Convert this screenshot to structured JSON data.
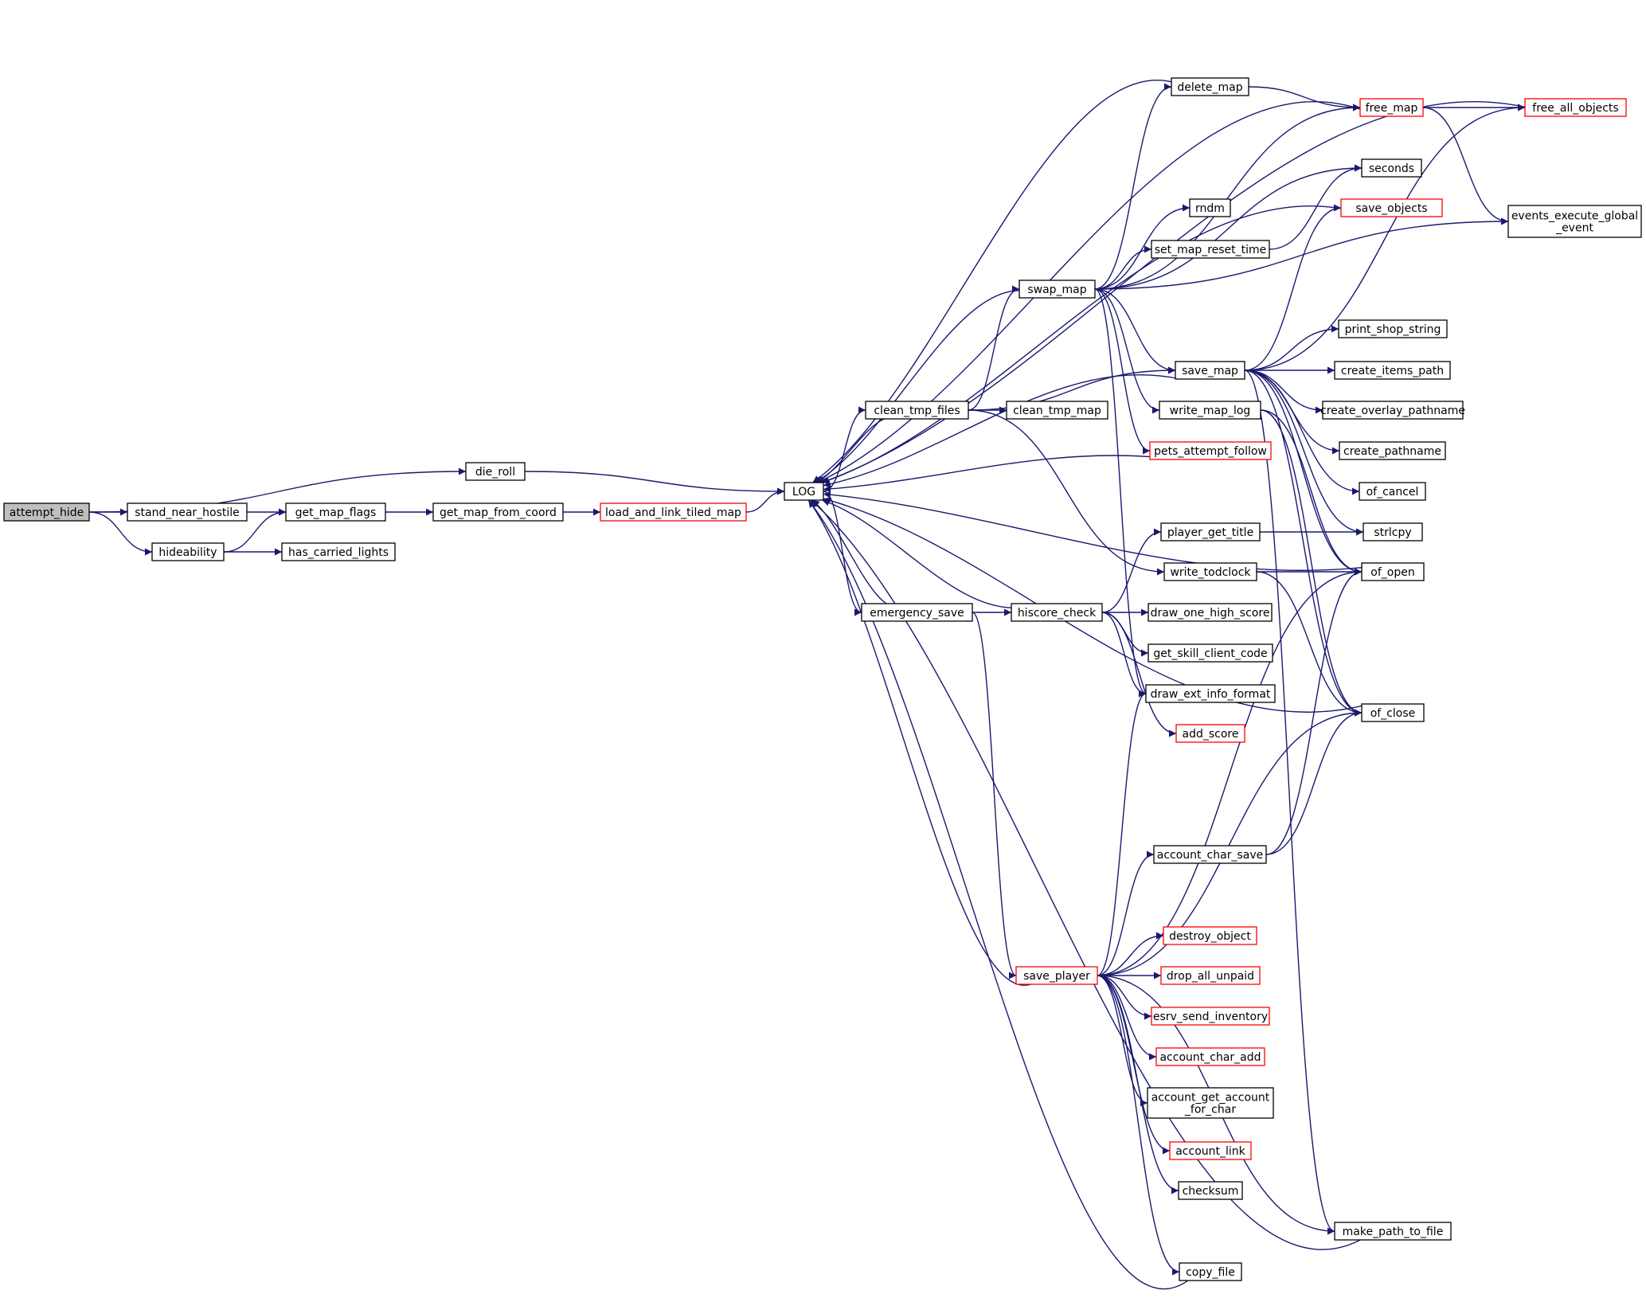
{
  "graph": {
    "style": {
      "edge_color": "#191970",
      "node_border": "#000000",
      "truncated_node_border": "#ff0000",
      "root_fill": "#bfbfbf",
      "node_fill": "#ffffff"
    },
    "nodes": [
      {
        "id": "attempt_hide",
        "label": "attempt_hide",
        "kind": "root"
      },
      {
        "id": "die_roll",
        "label": "die_roll",
        "kind": "normal"
      },
      {
        "id": "stand_near_hostile",
        "label": "stand_near_hostile",
        "kind": "normal"
      },
      {
        "id": "hideability",
        "label": "hideability",
        "kind": "normal"
      },
      {
        "id": "get_map_flags",
        "label": "get_map_flags",
        "kind": "normal"
      },
      {
        "id": "has_carried_lights",
        "label": "has_carried_lights",
        "kind": "normal"
      },
      {
        "id": "get_map_from_coord",
        "label": "get_map_from_coord",
        "kind": "normal"
      },
      {
        "id": "load_and_link_tiled_map",
        "label": "load_and_link_tiled_map",
        "kind": "truncated"
      },
      {
        "id": "LOG",
        "label": "LOG",
        "kind": "normal"
      },
      {
        "id": "clean_tmp_files",
        "label": "clean_tmp_files",
        "kind": "normal"
      },
      {
        "id": "emergency_save",
        "label": "emergency_save",
        "kind": "normal"
      },
      {
        "id": "swap_map",
        "label": "swap_map",
        "kind": "normal"
      },
      {
        "id": "clean_tmp_map",
        "label": "clean_tmp_map",
        "kind": "normal"
      },
      {
        "id": "hiscore_check",
        "label": "hiscore_check",
        "kind": "normal"
      },
      {
        "id": "save_player",
        "label": "save_player",
        "kind": "truncated"
      },
      {
        "id": "delete_map",
        "label": "delete_map",
        "kind": "normal"
      },
      {
        "id": "rndm",
        "label": "rndm",
        "kind": "normal"
      },
      {
        "id": "set_map_reset_time",
        "label": "set_map_reset_time",
        "kind": "normal"
      },
      {
        "id": "save_map",
        "label": "save_map",
        "kind": "normal"
      },
      {
        "id": "write_map_log",
        "label": "write_map_log",
        "kind": "normal"
      },
      {
        "id": "pets_attempt_follow",
        "label": "pets_attempt_follow",
        "kind": "truncated"
      },
      {
        "id": "player_get_title",
        "label": "player_get_title",
        "kind": "normal"
      },
      {
        "id": "write_todclock",
        "label": "write_todclock",
        "kind": "normal"
      },
      {
        "id": "draw_one_high_score",
        "label": "draw_one_high_score",
        "kind": "normal"
      },
      {
        "id": "get_skill_client_code",
        "label": "get_skill_client_code",
        "kind": "normal"
      },
      {
        "id": "draw_ext_info_format",
        "label": "draw_ext_info_format",
        "kind": "normal"
      },
      {
        "id": "add_score",
        "label": "add_score",
        "kind": "truncated"
      },
      {
        "id": "account_char_save",
        "label": "account_char_save",
        "kind": "normal"
      },
      {
        "id": "destroy_object",
        "label": "destroy_object",
        "kind": "truncated"
      },
      {
        "id": "drop_all_unpaid",
        "label": "drop_all_unpaid",
        "kind": "truncated"
      },
      {
        "id": "esrv_send_inventory",
        "label": "esrv_send_inventory",
        "kind": "truncated"
      },
      {
        "id": "account_char_add",
        "label": "account_char_add",
        "kind": "truncated"
      },
      {
        "id": "account_get_account_for_char",
        "label": "account_get_account\n_for_char",
        "kind": "normal"
      },
      {
        "id": "account_link",
        "label": "account_link",
        "kind": "truncated"
      },
      {
        "id": "checksum",
        "label": "checksum",
        "kind": "normal"
      },
      {
        "id": "copy_file",
        "label": "copy_file",
        "kind": "normal"
      },
      {
        "id": "free_map",
        "label": "free_map",
        "kind": "truncated"
      },
      {
        "id": "seconds",
        "label": "seconds",
        "kind": "normal"
      },
      {
        "id": "save_objects",
        "label": "save_objects",
        "kind": "truncated"
      },
      {
        "id": "print_shop_string",
        "label": "print_shop_string",
        "kind": "normal"
      },
      {
        "id": "create_items_path",
        "label": "create_items_path",
        "kind": "normal"
      },
      {
        "id": "create_overlay_pathname",
        "label": "create_overlay_pathname",
        "kind": "normal"
      },
      {
        "id": "create_pathname",
        "label": "create_pathname",
        "kind": "normal"
      },
      {
        "id": "of_cancel",
        "label": "of_cancel",
        "kind": "normal"
      },
      {
        "id": "strlcpy",
        "label": "strlcpy",
        "kind": "normal"
      },
      {
        "id": "of_open",
        "label": "of_open",
        "kind": "normal"
      },
      {
        "id": "of_close",
        "label": "of_close",
        "kind": "normal"
      },
      {
        "id": "make_path_to_file",
        "label": "make_path_to_file",
        "kind": "normal"
      },
      {
        "id": "free_all_objects",
        "label": "free_all_objects",
        "kind": "truncated"
      },
      {
        "id": "events_execute_global_event",
        "label": "events_execute_global\n_event",
        "kind": "normal"
      }
    ],
    "edges": [
      [
        "attempt_hide",
        "die_roll"
      ],
      [
        "attempt_hide",
        "stand_near_hostile"
      ],
      [
        "attempt_hide",
        "hideability"
      ],
      [
        "stand_near_hostile",
        "get_map_flags"
      ],
      [
        "hideability",
        "get_map_flags"
      ],
      [
        "hideability",
        "has_carried_lights"
      ],
      [
        "get_map_flags",
        "get_map_from_coord"
      ],
      [
        "get_map_from_coord",
        "load_and_link_tiled_map"
      ],
      [
        "load_and_link_tiled_map",
        "LOG"
      ],
      [
        "die_roll",
        "LOG"
      ],
      [
        "LOG",
        "clean_tmp_files"
      ],
      [
        "LOG",
        "emergency_save"
      ],
      [
        "clean_tmp_files",
        "LOG"
      ],
      [
        "clean_tmp_files",
        "swap_map"
      ],
      [
        "clean_tmp_files",
        "save_map"
      ],
      [
        "clean_tmp_files",
        "clean_tmp_map"
      ],
      [
        "clean_tmp_files",
        "write_todclock"
      ],
      [
        "emergency_save",
        "LOG"
      ],
      [
        "emergency_save",
        "hiscore_check"
      ],
      [
        "emergency_save",
        "save_player"
      ],
      [
        "swap_map",
        "LOG"
      ],
      [
        "swap_map",
        "delete_map"
      ],
      [
        "swap_map",
        "free_map"
      ],
      [
        "swap_map",
        "rndm"
      ],
      [
        "swap_map",
        "set_map_reset_time"
      ],
      [
        "swap_map",
        "seconds"
      ],
      [
        "swap_map",
        "events_execute_global_event"
      ],
      [
        "swap_map",
        "save_map"
      ],
      [
        "swap_map",
        "write_map_log"
      ],
      [
        "swap_map",
        "pets_attempt_follow"
      ],
      [
        "swap_map",
        "draw_ext_info_format"
      ],
      [
        "delete_map",
        "LOG"
      ],
      [
        "delete_map",
        "free_map"
      ],
      [
        "free_map",
        "LOG"
      ],
      [
        "free_map",
        "free_all_objects"
      ],
      [
        "free_map",
        "events_execute_global_event"
      ],
      [
        "free_all_objects",
        "LOG"
      ],
      [
        "set_map_reset_time",
        "seconds"
      ],
      [
        "save_objects",
        "LOG"
      ],
      [
        "save_map",
        "LOG"
      ],
      [
        "save_map",
        "free_all_objects"
      ],
      [
        "save_map",
        "save_objects"
      ],
      [
        "save_map",
        "print_shop_string"
      ],
      [
        "save_map",
        "create_items_path"
      ],
      [
        "save_map",
        "create_overlay_pathname"
      ],
      [
        "save_map",
        "create_pathname"
      ],
      [
        "save_map",
        "of_cancel"
      ],
      [
        "save_map",
        "strlcpy"
      ],
      [
        "save_map",
        "of_open"
      ],
      [
        "save_map",
        "of_close"
      ],
      [
        "save_map",
        "make_path_to_file"
      ],
      [
        "write_map_log",
        "of_open"
      ],
      [
        "write_map_log",
        "of_close"
      ],
      [
        "pets_attempt_follow",
        "LOG"
      ],
      [
        "hiscore_check",
        "LOG"
      ],
      [
        "hiscore_check",
        "player_get_title"
      ],
      [
        "hiscore_check",
        "draw_one_high_score"
      ],
      [
        "hiscore_check",
        "get_skill_client_code"
      ],
      [
        "hiscore_check",
        "draw_ext_info_format"
      ],
      [
        "hiscore_check",
        "add_score"
      ],
      [
        "player_get_title",
        "strlcpy"
      ],
      [
        "write_todclock",
        "of_open"
      ],
      [
        "write_todclock",
        "of_close"
      ],
      [
        "of_close",
        "LOG"
      ],
      [
        "of_open",
        "LOG"
      ],
      [
        "save_player",
        "LOG"
      ],
      [
        "save_player",
        "draw_ext_info_format"
      ],
      [
        "save_player",
        "of_open"
      ],
      [
        "save_player",
        "of_close"
      ],
      [
        "save_player",
        "account_char_save"
      ],
      [
        "save_player",
        "destroy_object"
      ],
      [
        "save_player",
        "drop_all_unpaid"
      ],
      [
        "save_player",
        "esrv_send_inventory"
      ],
      [
        "save_player",
        "account_char_add"
      ],
      [
        "save_player",
        "account_get_account_for_char"
      ],
      [
        "save_player",
        "account_link"
      ],
      [
        "save_player",
        "checksum"
      ],
      [
        "save_player",
        "make_path_to_file"
      ],
      [
        "save_player",
        "copy_file"
      ],
      [
        "account_char_save",
        "of_open"
      ],
      [
        "account_char_save",
        "of_close"
      ],
      [
        "copy_file",
        "LOG"
      ],
      [
        "make_path_to_file",
        "LOG"
      ]
    ]
  }
}
